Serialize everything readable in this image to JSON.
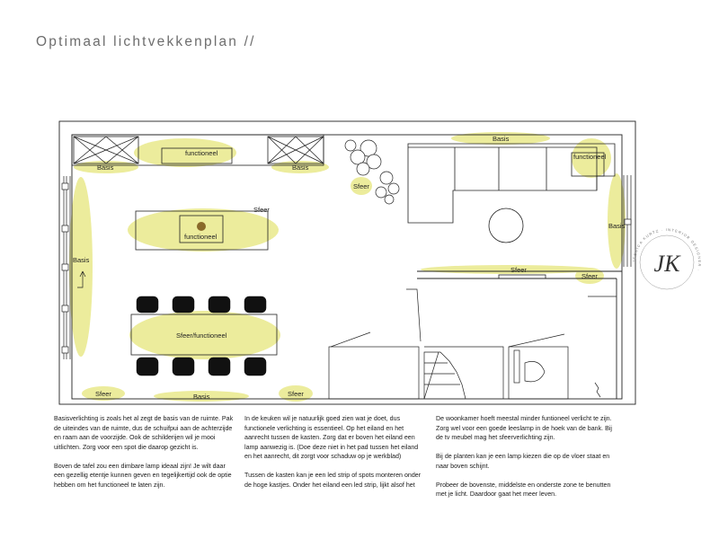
{
  "title": "Optimaal lichtvekkenplan //",
  "labels": {
    "basis_top_left": "Basis",
    "functioneel_top": "functioneel",
    "basis_top_mid": "Basis",
    "sfeer_plants": "Sfeer",
    "basis_top_right": "Basis",
    "functioneel_corner": "functioneel",
    "sfeer_island": "Sfeer",
    "functioneel_island": "functioneel",
    "basis_left": "Basis",
    "basis_right": "Basis",
    "sfeer_mid": "Sfeer",
    "sfeer_mid_right": "Sfeer",
    "sfeer_functioneel_table": "Sfeer/functioneel",
    "sfeer_bottom_left": "Sfeer",
    "basis_bottom": "Basis",
    "sfeer_bottom_mid": "Sfeer"
  },
  "colors": {
    "zone_fill": "#ecec9c",
    "wall": "#222222",
    "title": "#6d6d6d"
  },
  "logo": {
    "monogram": "JK",
    "ring_text": "JESSICA KURTZ · INTERIOR DESIGNER ·"
  },
  "text": {
    "col1": [
      "Basisverlichting is zoals het al zegt de basis van de ruimte.  Pak de uiteindes van de ruimte, dus de schuifpui  aan de achterzijde en raam aan de voorzijde. Ook de schilderijen wil je mooi uitlichten. Zorg voor een spot die daarop gezicht is.",
      "Boven de tafel zou een dimbare lamp ideaal zijn! Je wilt daar een gezellig etentje kunnen geven en tegelijkertijd ook de optie hebben om het functioneel te laten zijn."
    ],
    "col2": [
      "In de keuken wil je natuurlijk goed zien wat je doet, dus functionele verlichting is essentieel. Op het eiland en het aanrecht tussen de kasten. Zorg dat er boven het eiland een lamp aanwezig is. (Doe deze niet in het pad tussen het eiland en het aanrecht, dit zorgt voor schaduw op je werkblad)",
      "Tussen de kasten kan je een led strip of spots monteren onder de hoge kastjes. Onder het eiland een led strip, lijkt alsof het"
    ],
    "col3": [
      "De woonkamer hoeft meestal minder funtioneel verlicht te zijn. Zorg wel voor een goede leeslamp in de hoek van de bank.  Bij de tv meubel mag het sfeerverlichting zijn.",
      "Bij de planten kan je een lamp kiezen die op de vloer staat en naar boven schijnt.",
      "Probeer de bovenste, middelste en onderste zone te benutten met je licht. Daardoor gaat het meer leven."
    ]
  }
}
